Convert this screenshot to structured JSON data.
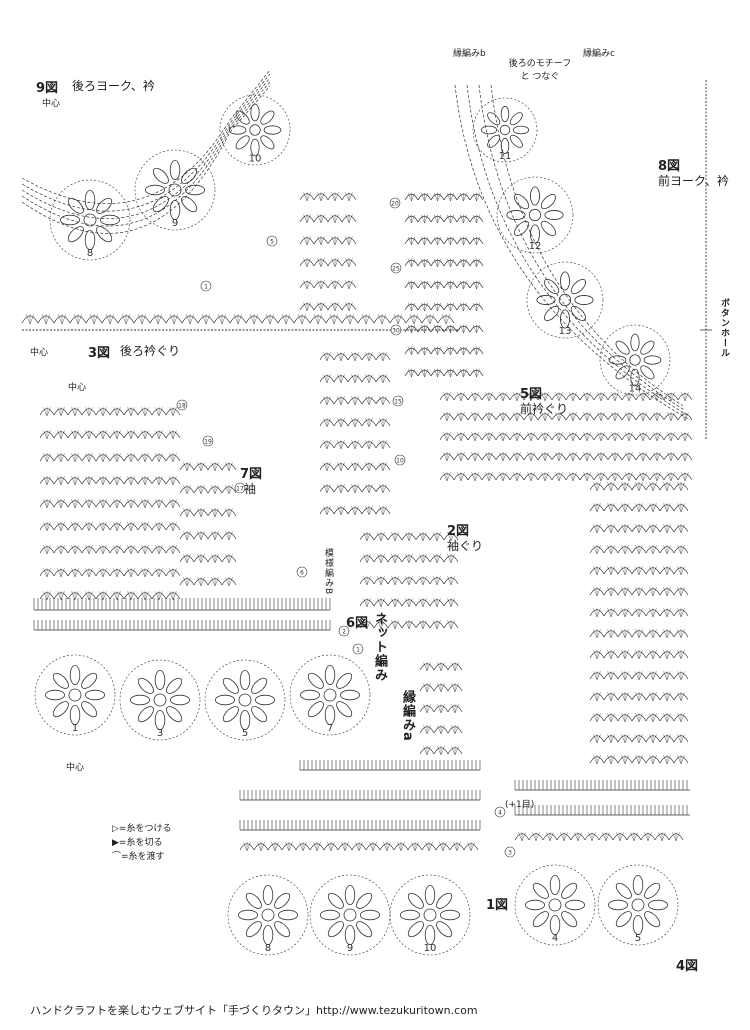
{
  "labels": {
    "fig9": "9図",
    "fig9_title": "後ろヨーク、衿",
    "fig3": "3図",
    "fig3_title": "後ろ衿ぐり",
    "fig8": "8図",
    "fig8_title": "前ヨーク、衿",
    "fig7": "7図",
    "fig7_title": "袖",
    "fig6": "6図",
    "fig5": "5図",
    "fig5_title": "前衿ぐり",
    "fig2": "2図",
    "fig2_title": "袖ぐり",
    "fig1": "1図",
    "fig4": "4図",
    "net": "ネット編み",
    "edge_a": "縁編みa",
    "pattern_b": "模様編みB",
    "edge_b": "縁編みb",
    "edge_c": "縁編みc",
    "join_note": "後ろのモチーフと つなぐ",
    "buttonhole": "ボタンホール",
    "center": "中心",
    "plus_row": "(+1目)"
  },
  "legend": {
    "attach": "▷=糸をつける",
    "cut": "▶=糸を切る",
    "carry": "⌒=糸を渡す"
  },
  "footer": "ハンドクラフトを楽しむウェブサイト「手づくりタウン」http://www.tezukuritown.com",
  "motifs": [
    {
      "num": "10"
    },
    {
      "num": "9"
    },
    {
      "num": "8"
    },
    {
      "num": "11"
    },
    {
      "num": "12"
    },
    {
      "num": "13"
    },
    {
      "num": "14"
    },
    {
      "num": "1"
    },
    {
      "num": "3"
    },
    {
      "num": "5"
    },
    {
      "num": "7"
    },
    {
      "num": "8"
    },
    {
      "num": "9"
    },
    {
      "num": "10"
    },
    {
      "num": "4"
    },
    {
      "num": "5"
    }
  ],
  "row_numbers": [
    "20",
    "5",
    "1",
    "25",
    "30",
    "15",
    "18",
    "10",
    "6",
    "2",
    "1",
    "19",
    "17",
    "4",
    "3"
  ],
  "colors": {
    "ink": "#333333",
    "paper": "#ffffff"
  }
}
